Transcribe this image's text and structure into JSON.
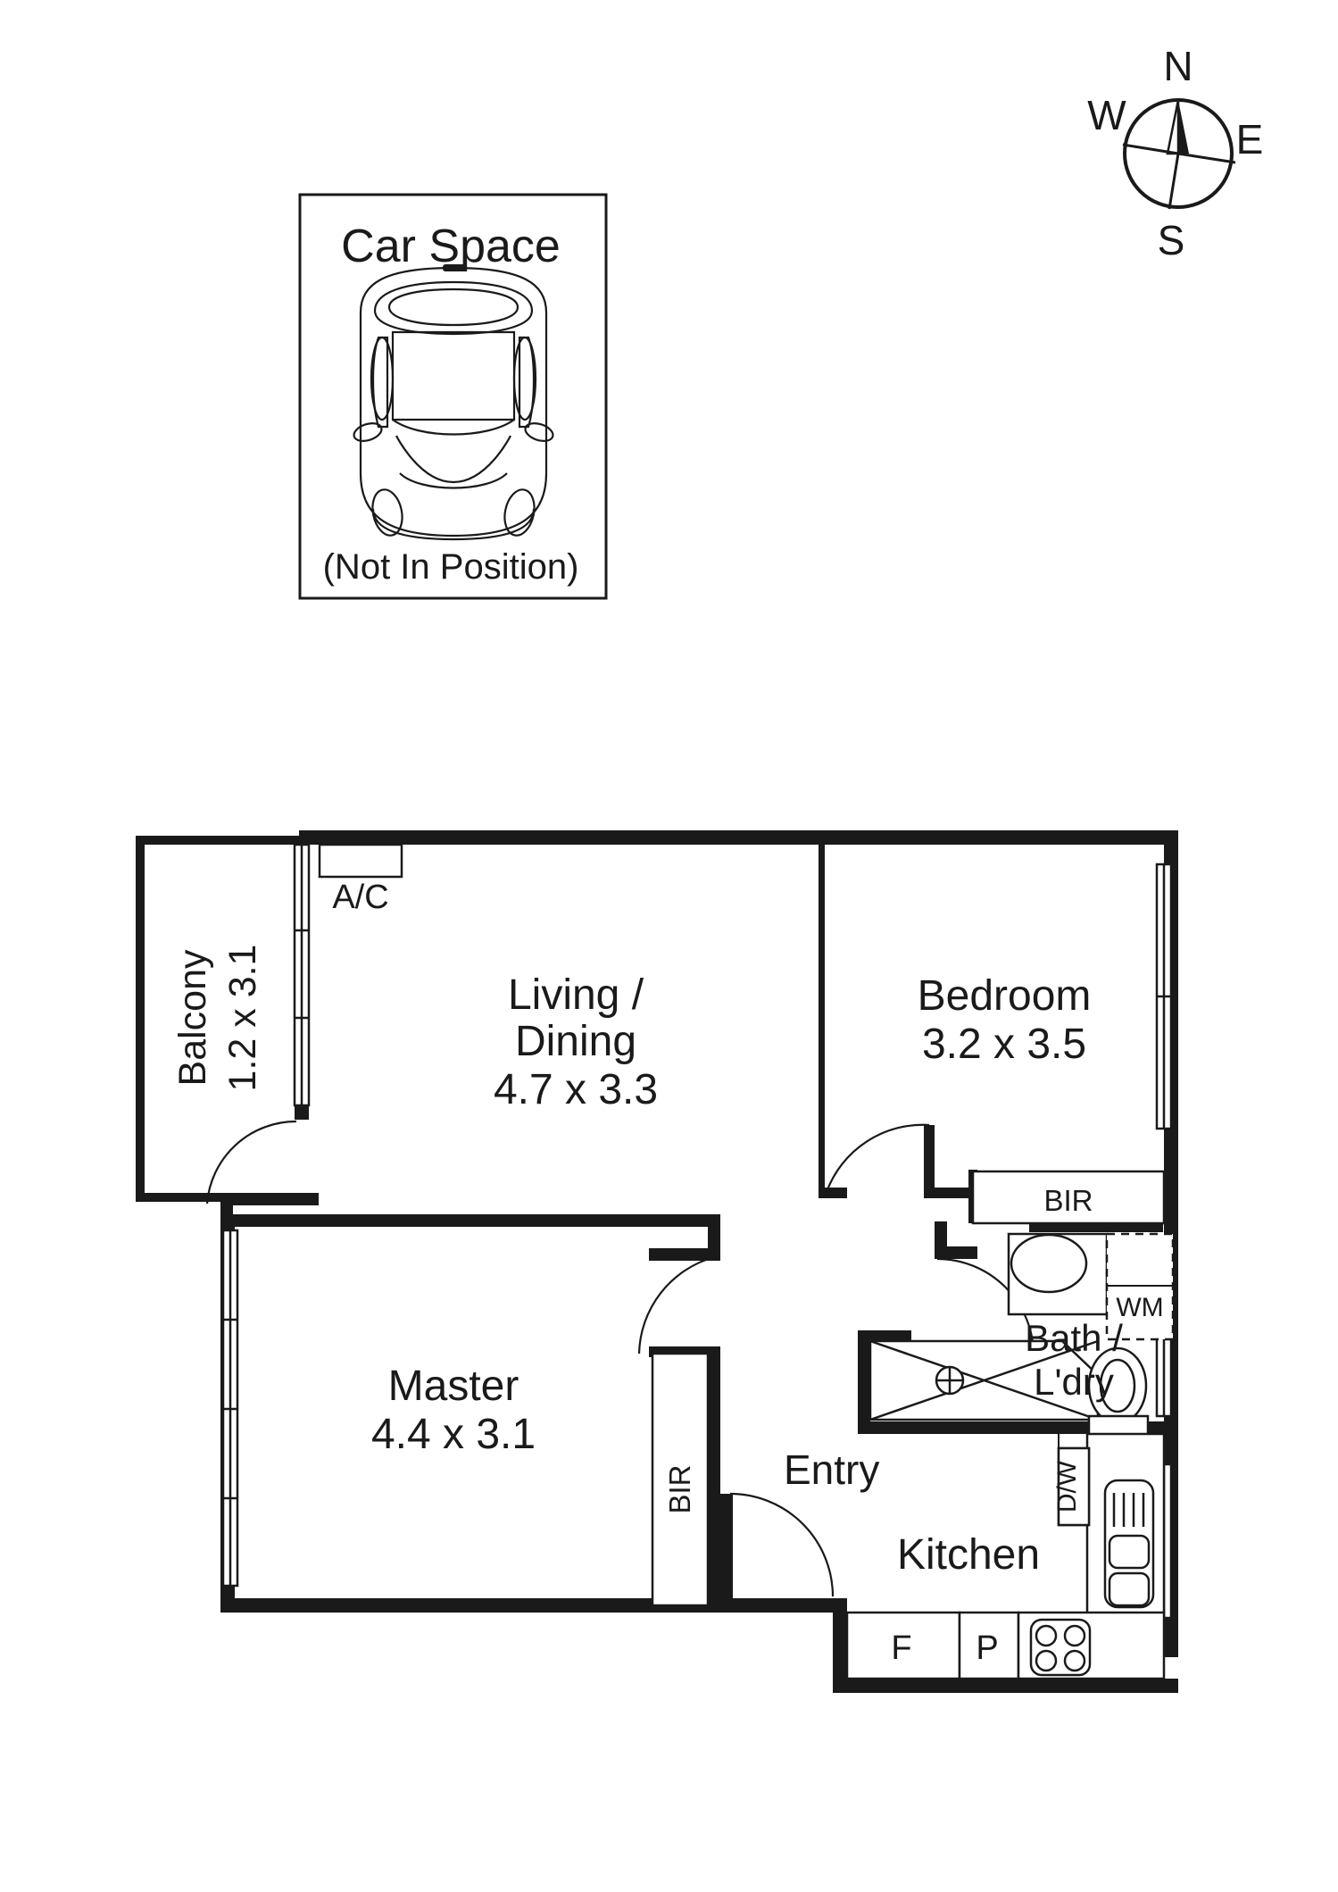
{
  "compass": {
    "north": "N",
    "east": "E",
    "south": "S",
    "west": "W"
  },
  "car_space": {
    "title": "Car Space",
    "note": "(Not In Position)",
    "icon": "car-top-view-icon"
  },
  "floorplan": {
    "rooms": [
      {
        "key": "balcony",
        "name": "Balcony",
        "dimensions": "1.2 x 3.1"
      },
      {
        "key": "living",
        "name": "Living /",
        "name2": "Dining",
        "dimensions": "4.7 x 3.3"
      },
      {
        "key": "bedroom",
        "name": "Bedroom",
        "dimensions": "3.2 x 3.5"
      },
      {
        "key": "master",
        "name": "Master",
        "dimensions": "4.4 x 3.1"
      },
      {
        "key": "bath",
        "name": "Bath /",
        "name2": "L'dry",
        "dimensions": ""
      },
      {
        "key": "kitchen",
        "name": "Kitchen",
        "dimensions": ""
      },
      {
        "key": "entry",
        "name": "Entry",
        "dimensions": ""
      }
    ],
    "labels": {
      "ac": "A/C",
      "bir_bedroom": "BIR",
      "bir_master": "BIR",
      "wm": "WM",
      "dw": "D/W",
      "fridge": "F",
      "pantry": "P"
    },
    "fixtures": [
      {
        "name": "shower-fixture",
        "label": ""
      },
      {
        "name": "basin-fixture",
        "label": ""
      },
      {
        "name": "toilet-fixture",
        "label": ""
      },
      {
        "name": "cooktop-fixture",
        "label": ""
      },
      {
        "name": "sink-fixture",
        "label": ""
      }
    ]
  },
  "colors": {
    "wall": "#1a1a1a",
    "line": "#1a1a1a",
    "paper": "#ffffff"
  }
}
